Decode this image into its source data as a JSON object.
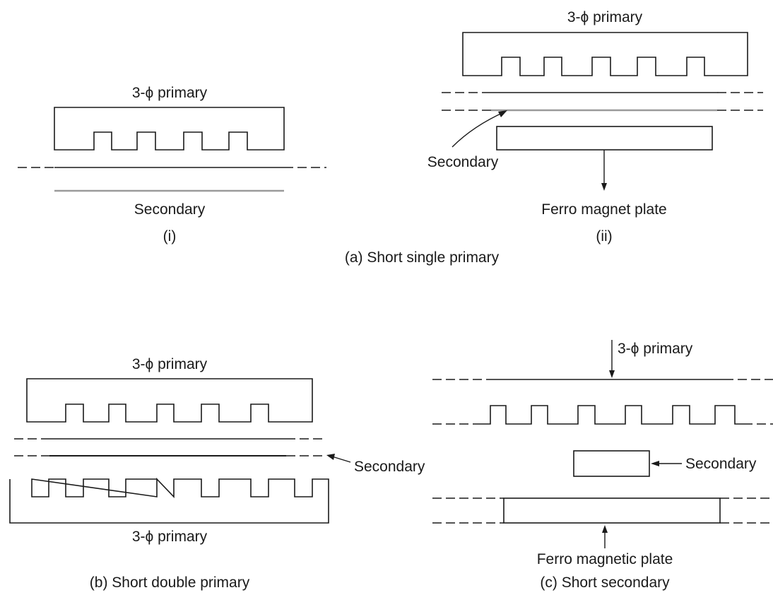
{
  "panel_a": {
    "caption": "(a) Short single primary",
    "i": {
      "primary_label": "3-ϕ primary",
      "secondary_label": "Secondary",
      "sub_label": "(i)"
    },
    "ii": {
      "primary_label": "3-ϕ primary",
      "secondary_label": "Secondary",
      "plate_label": "Ferro magnet plate",
      "sub_label": "(ii)"
    }
  },
  "panel_b": {
    "caption": "(b) Short double primary",
    "primary_top_label": "3-ϕ primary",
    "primary_bottom_label": "3-ϕ primary",
    "secondary_label": "Secondary"
  },
  "panel_c": {
    "caption": "(c) Short secondary",
    "primary_label": "3-ϕ primary",
    "secondary_label": "Secondary",
    "plate_label": "Ferro magnetic plate"
  }
}
